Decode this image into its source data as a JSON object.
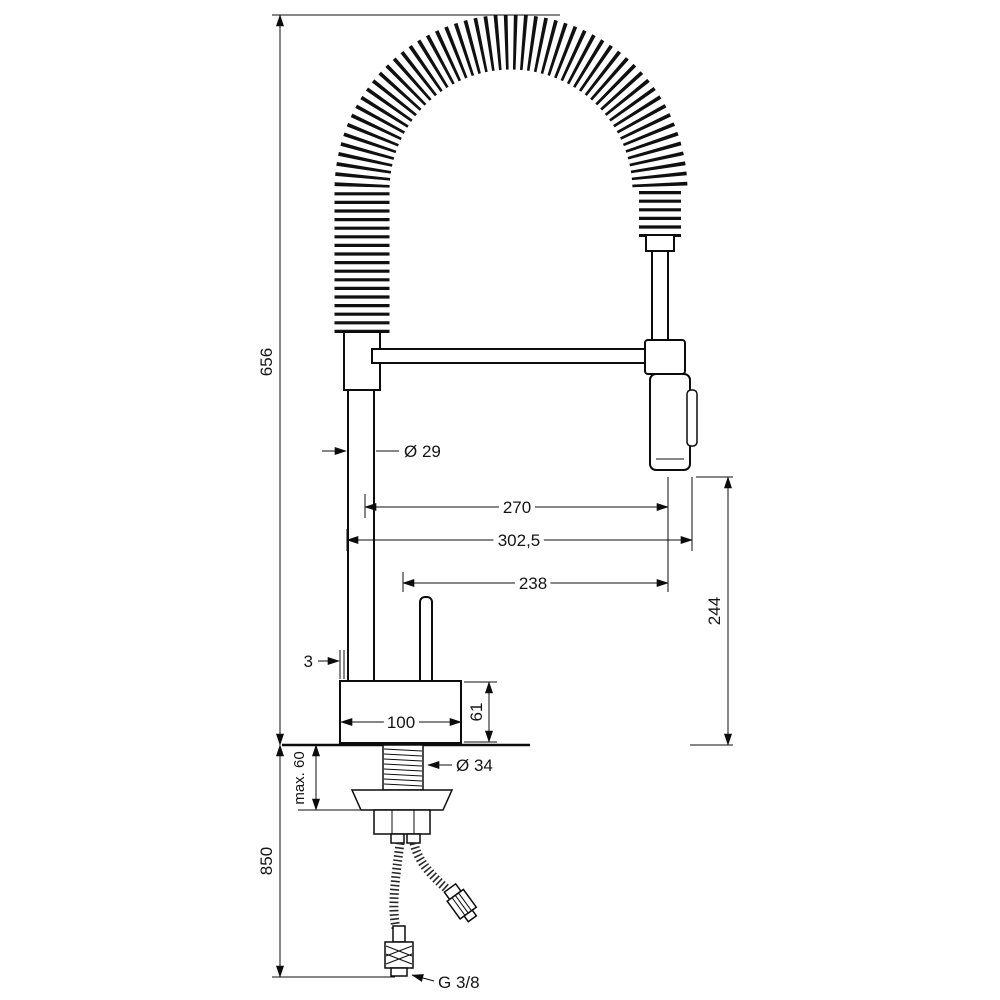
{
  "drawing": {
    "labels": {
      "overall_height": "656",
      "spout_pipe_diameter": "Ø 29",
      "reach_spray_center": "270",
      "reach_overall": "302,5",
      "reach_inner": "238",
      "spray_head_height": "244",
      "edge_offset": "3",
      "body_width": "100",
      "body_height": "61",
      "max_counter_thickness": "max. 60",
      "hole_diameter": "Ø 34",
      "hose_length": "850",
      "connection_thread": "G 3/8"
    }
  }
}
